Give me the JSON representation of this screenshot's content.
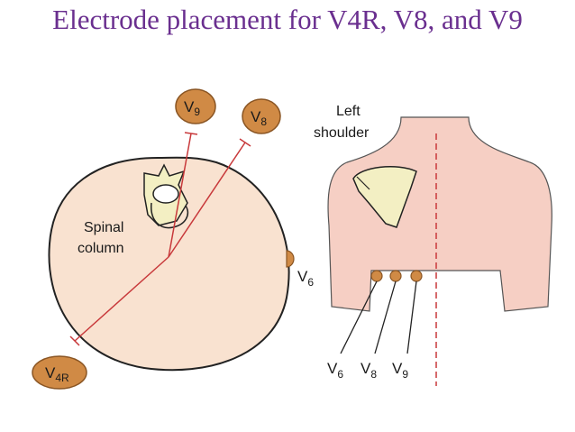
{
  "title": "Electrode placement for V4R, V8, and V9",
  "cross_section": {
    "label_line1": "Spinal",
    "label_line2": "column",
    "v6_main": "V",
    "v6_sub": "6"
  },
  "electrodes": {
    "v9": {
      "main": "V",
      "sub": "9"
    },
    "v8": {
      "main": "V",
      "sub": "8"
    },
    "v4r": {
      "main": "V",
      "sub": "4R"
    }
  },
  "back_view": {
    "shoulder_line1": "Left",
    "shoulder_line2": "shoulder",
    "labels": [
      {
        "main": "V",
        "sub": "6"
      },
      {
        "main": "V",
        "sub": "8"
      },
      {
        "main": "V",
        "sub": "9"
      }
    ]
  },
  "colors": {
    "title": "#6a2f8f",
    "electrode": "#d08a45",
    "electrode_stroke": "#8a5523",
    "body_fill": "#f9e2d0",
    "torso_fill": "#f6cfc4",
    "red_line": "#c8393b",
    "scapula": "#f3efc3"
  }
}
